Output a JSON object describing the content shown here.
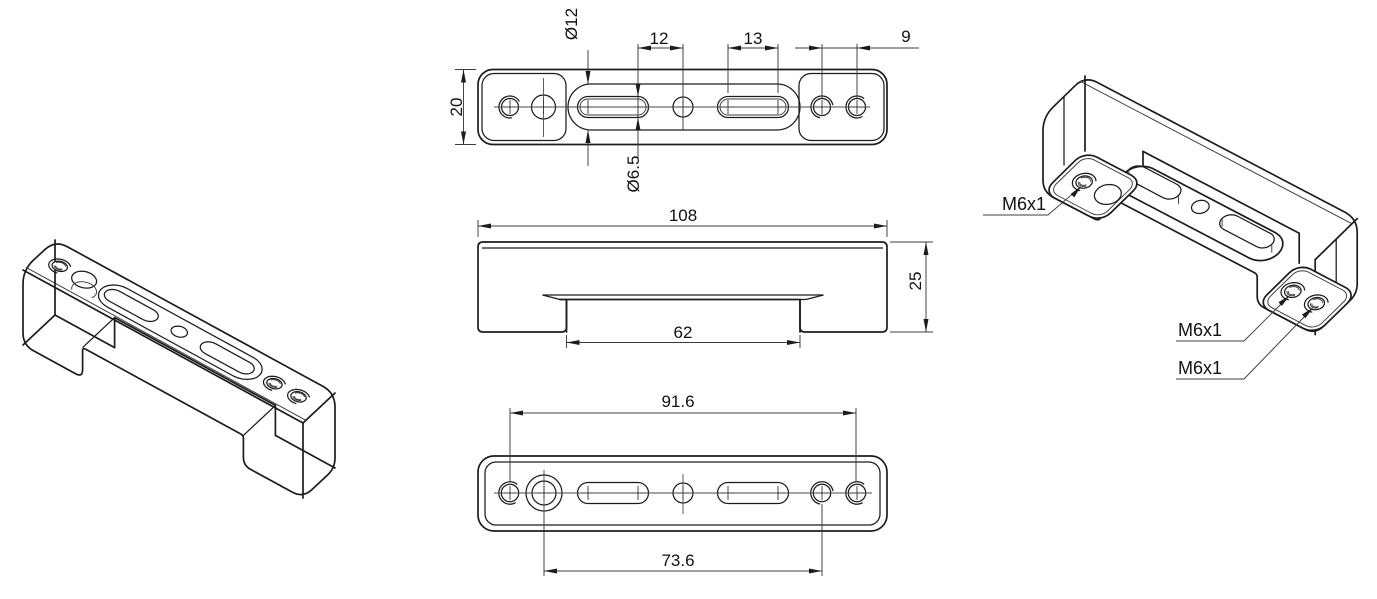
{
  "drawing": {
    "kind": "mechanical-part-orthographic-drawing",
    "line_color": "#1c1c1c",
    "background": "#ffffff"
  },
  "dims": {
    "top": {
      "width": "20",
      "slot_width": "Ø12",
      "spacing12": "12",
      "slot13": "13",
      "spacing9": "9",
      "hole": "Ø6.5"
    },
    "front": {
      "length": "108",
      "height": "25",
      "span": "62"
    },
    "bottom": {
      "outer": "91.6",
      "inner": "73.6"
    }
  },
  "threads": [
    "M6x1",
    "M6x1",
    "M6x1"
  ]
}
